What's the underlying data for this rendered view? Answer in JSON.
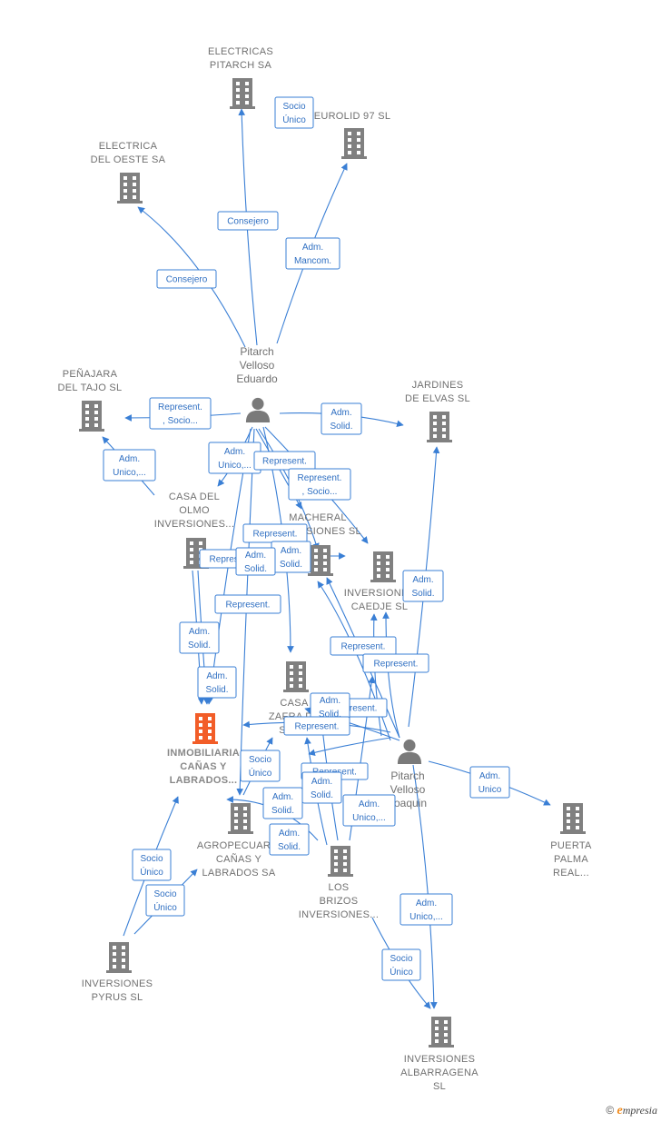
{
  "colors": {
    "edge": "#3a7fd5",
    "building": "#808080",
    "focus": "#f25d28",
    "person": "#7a7a7a"
  },
  "nodes": [
    {
      "id": "electricas_pitarch",
      "type": "company",
      "lines": [
        "ELECTRICAS",
        "PITARCH SA"
      ]
    },
    {
      "id": "eurolid",
      "type": "company",
      "lines": [
        "EUROLID 97 SL"
      ]
    },
    {
      "id": "electrica_oeste",
      "type": "company",
      "lines": [
        "ELECTRICA",
        "DEL OESTE SA"
      ]
    },
    {
      "id": "pitarch_eduardo",
      "type": "person",
      "lines": [
        "Pitarch",
        "Velloso",
        "Eduardo"
      ]
    },
    {
      "id": "penajara",
      "type": "company",
      "lines": [
        "PEÑAJARA",
        "DEL TAJO  SL"
      ]
    },
    {
      "id": "jardines",
      "type": "company",
      "lines": [
        "JARDINES",
        "DE ELVAS  SL"
      ]
    },
    {
      "id": "casa_olmo",
      "type": "company",
      "lines": [
        "CASA DEL",
        "OLMO",
        "INVERSIONES..."
      ]
    },
    {
      "id": "macheral",
      "type": "company",
      "lines": [
        "MACHERAL",
        "INVERSIONES SL"
      ]
    },
    {
      "id": "caedje",
      "type": "company",
      "lines": [
        "INVERSIONES",
        "CAEDJE  SL"
      ]
    },
    {
      "id": "inmobiliaria",
      "type": "focus",
      "lines": [
        "INMOBILIARIA",
        "CAÑAS Y",
        "LABRADOS..."
      ]
    },
    {
      "id": "casa_zafra",
      "type": "company",
      "lines": [
        "CASA",
        "ZAFRA DE",
        "SAN..."
      ]
    },
    {
      "id": "pitarch_joaquin",
      "type": "person",
      "lines": [
        "Pitarch",
        "Velloso",
        "Joaquin"
      ]
    },
    {
      "id": "agropecuaria",
      "type": "company",
      "lines": [
        "AGROPECUARIA",
        "CAÑAS Y",
        "LABRADOS SA"
      ]
    },
    {
      "id": "puerta_palma",
      "type": "company",
      "lines": [
        "PUERTA",
        "PALMA",
        "REAL..."
      ]
    },
    {
      "id": "los_brizos",
      "type": "company",
      "lines": [
        "LOS",
        "BRIZOS",
        "INVERSIONES..."
      ]
    },
    {
      "id": "pyrus",
      "type": "company",
      "lines": [
        "INVERSIONES",
        "PYRUS  SL"
      ]
    },
    {
      "id": "albarragena",
      "type": "company",
      "lines": [
        "INVERSIONES",
        "ALBARRAGENA",
        "SL"
      ]
    }
  ],
  "relations": [
    {
      "id": "r1",
      "lines": [
        "Socio",
        "Único"
      ]
    },
    {
      "id": "r2",
      "lines": [
        "Consejero"
      ]
    },
    {
      "id": "r3",
      "lines": [
        "Adm.",
        "Mancom."
      ]
    },
    {
      "id": "r4",
      "lines": [
        "Consejero"
      ]
    },
    {
      "id": "r5",
      "lines": [
        "Represent.",
        ", Socio..."
      ]
    },
    {
      "id": "r6",
      "lines": [
        "Adm.",
        "Solid."
      ]
    },
    {
      "id": "r7",
      "lines": [
        "Adm.",
        "Unico,..."
      ]
    },
    {
      "id": "r8",
      "lines": [
        "Adm.",
        "Unico,..."
      ]
    },
    {
      "id": "r9",
      "lines": [
        "Represent."
      ]
    },
    {
      "id": "r10",
      "lines": [
        "Represent.",
        ", Socio..."
      ]
    },
    {
      "id": "r11",
      "lines": [
        "Represent."
      ]
    },
    {
      "id": "r12",
      "lines": [
        "Adm.",
        "Solid."
      ]
    },
    {
      "id": "r13",
      "lines": [
        "Represent."
      ]
    },
    {
      "id": "r14",
      "lines": [
        "Adm.",
        "Solid."
      ]
    },
    {
      "id": "r15",
      "lines": [
        "Represent."
      ]
    },
    {
      "id": "r16",
      "lines": [
        "Adm.",
        "Solid."
      ]
    },
    {
      "id": "r17",
      "lines": [
        "Adm.",
        "Solid."
      ]
    },
    {
      "id": "r18",
      "lines": [
        "Represent."
      ]
    },
    {
      "id": "r19",
      "lines": [
        "Represent."
      ]
    },
    {
      "id": "r20",
      "lines": [
        "Adm.",
        "Solid."
      ]
    },
    {
      "id": "r21",
      "lines": [
        "Represent."
      ]
    },
    {
      "id": "r22",
      "lines": [
        "Adm.",
        "Solid."
      ]
    },
    {
      "id": "r23",
      "lines": [
        "Represent."
      ]
    },
    {
      "id": "r24",
      "lines": [
        "Socio",
        "Único"
      ]
    },
    {
      "id": "r25",
      "lines": [
        "Represent."
      ]
    },
    {
      "id": "r26",
      "lines": [
        "Adm.",
        "Solid."
      ]
    },
    {
      "id": "r27",
      "lines": [
        "Adm.",
        "Solid."
      ]
    },
    {
      "id": "r28",
      "lines": [
        "Adm.",
        "Unico,..."
      ]
    },
    {
      "id": "r29",
      "lines": [
        "Adm.",
        "Unico"
      ]
    },
    {
      "id": "r30",
      "lines": [
        "Adm.",
        "Solid."
      ]
    },
    {
      "id": "r31",
      "lines": [
        "Socio",
        "Único"
      ]
    },
    {
      "id": "r32",
      "lines": [
        "Socio",
        "Único"
      ]
    },
    {
      "id": "r33",
      "lines": [
        "Adm.",
        "Unico,..."
      ]
    },
    {
      "id": "r34",
      "lines": [
        "Socio",
        "Único"
      ]
    }
  ],
  "brand": {
    "copyright": "©",
    "logo_initial": "e",
    "logo_rest": "mpresia"
  }
}
